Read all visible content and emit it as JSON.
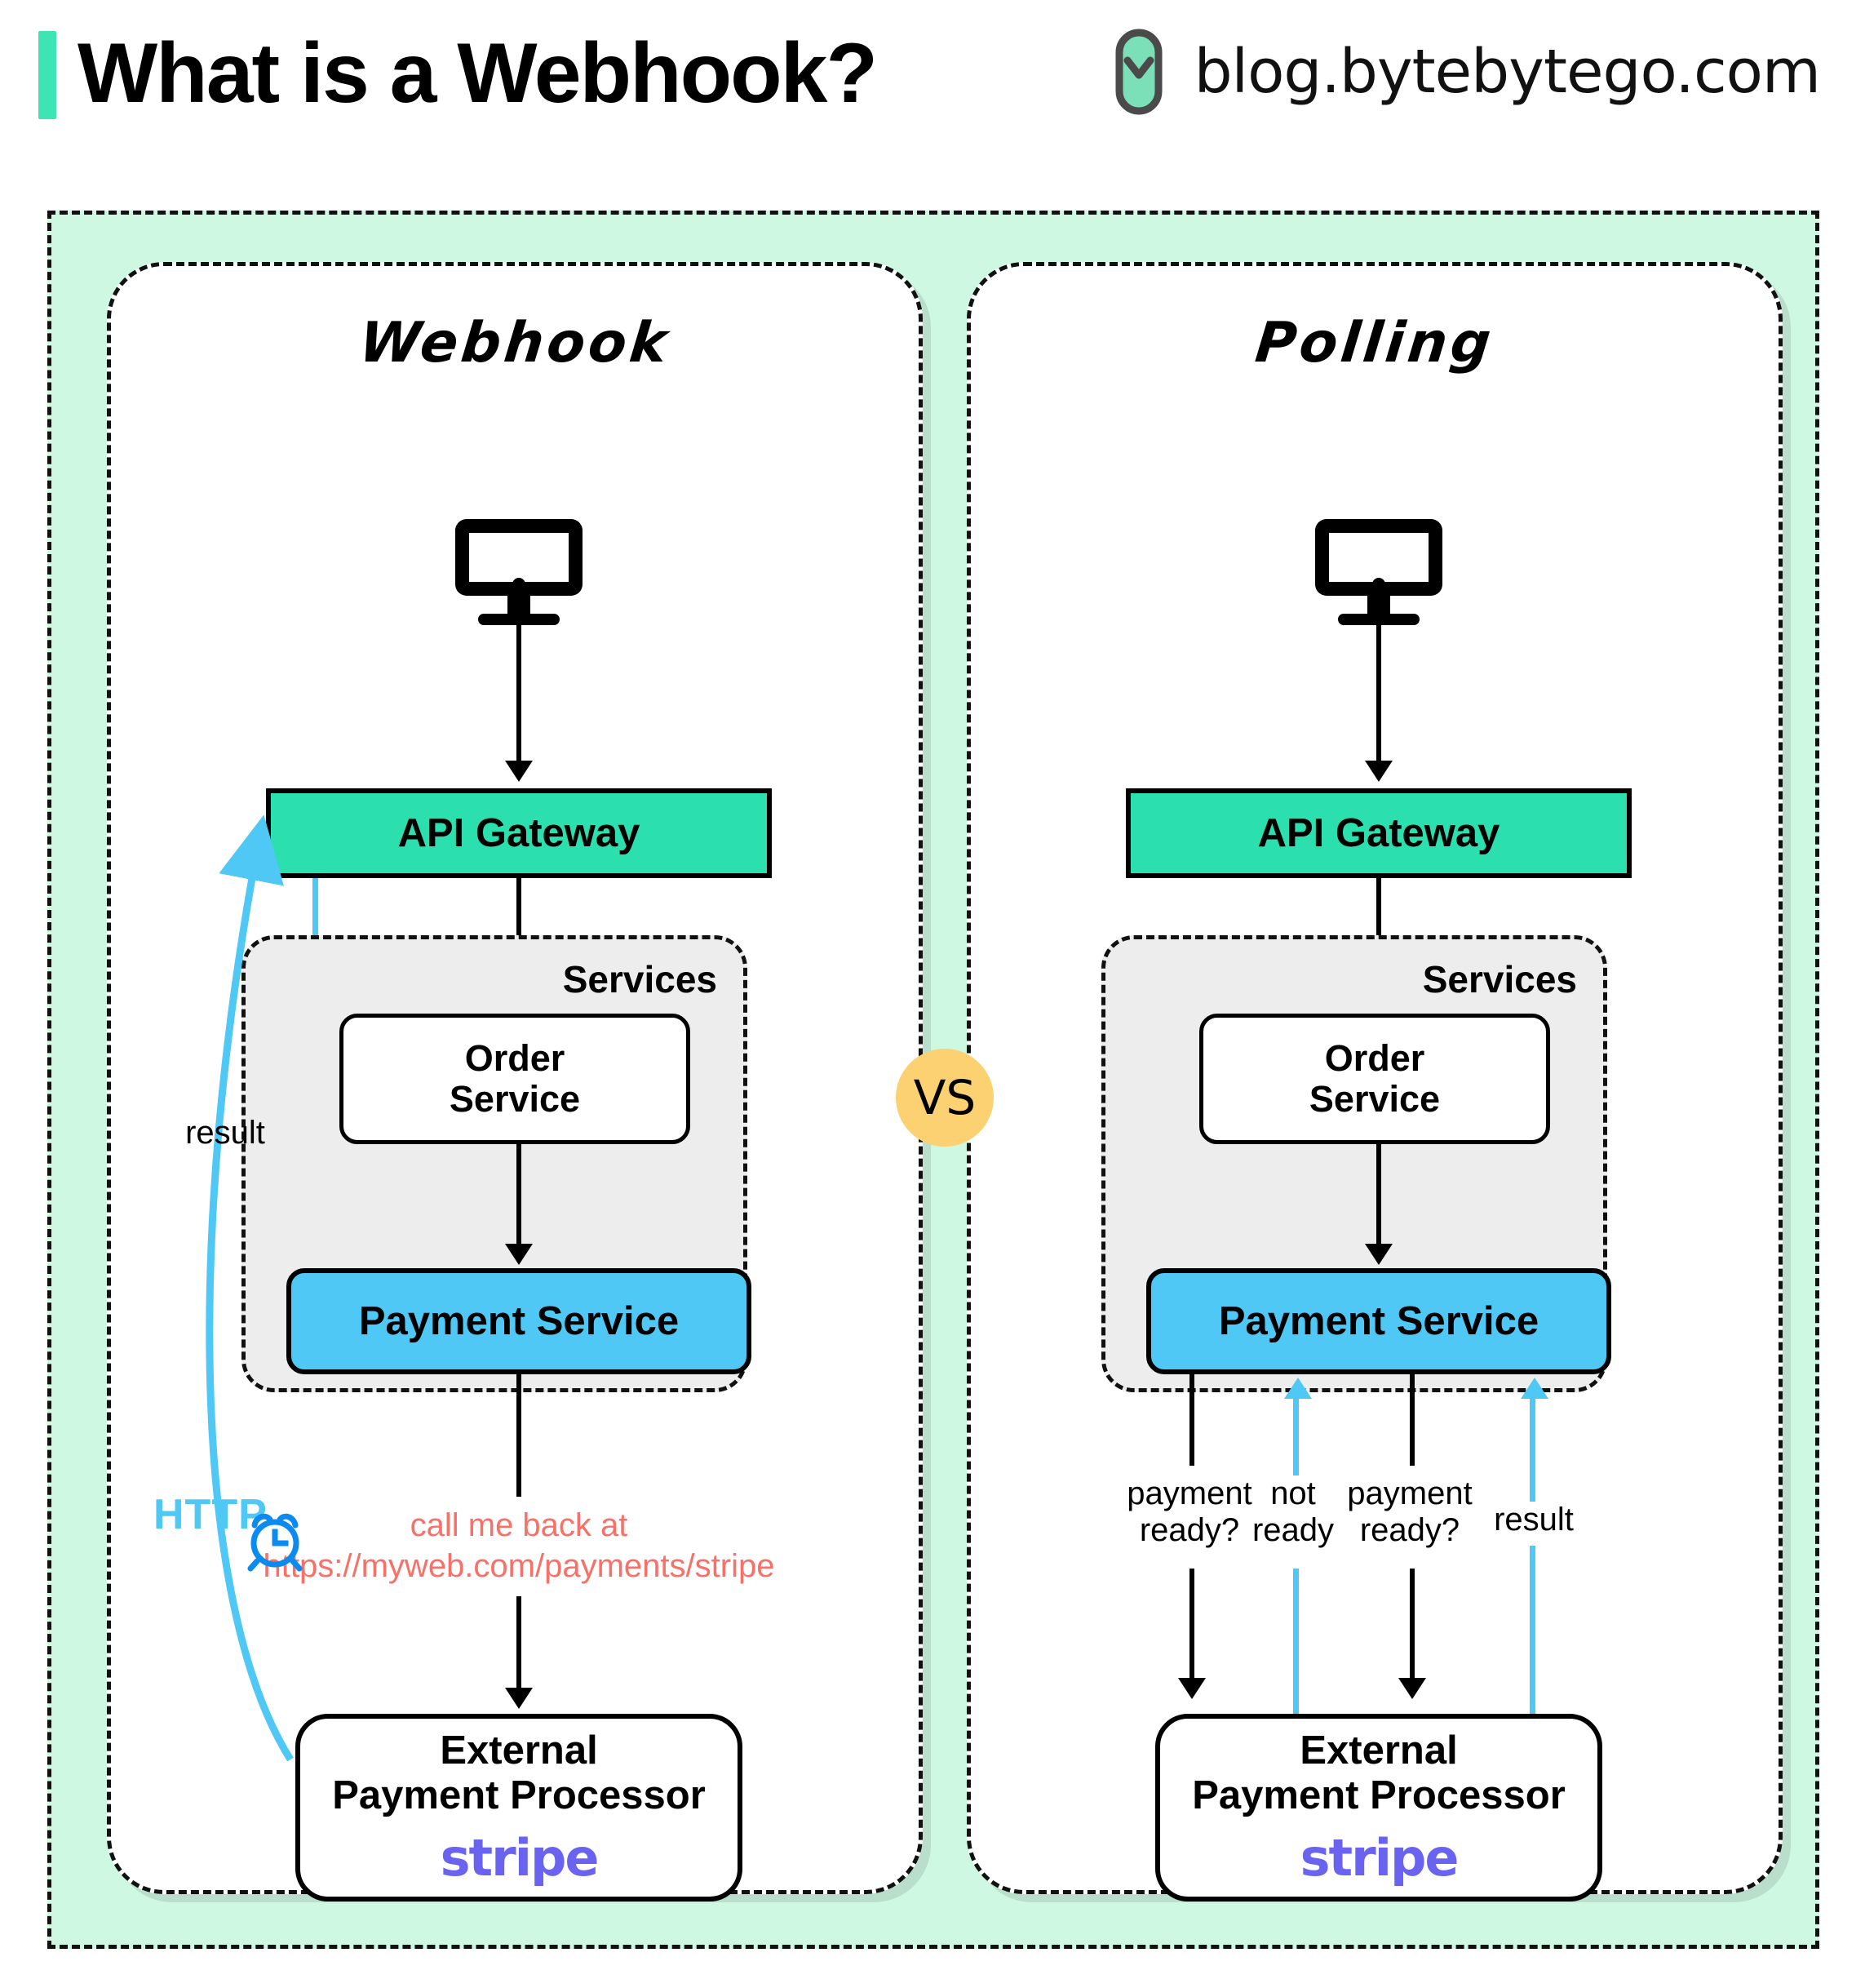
{
  "header": {
    "title": "What is a Webhook?",
    "brand": "blog.bytebytego.com",
    "accent_color": "#3EE5B4"
  },
  "vs_badge": {
    "label": "VS",
    "color": "#FBD171"
  },
  "colors": {
    "background_mint": "#CFF8E2",
    "api_gateway": "#2BDFAE",
    "payment_service": "#4FC8F5",
    "services_group": "#EDEDED",
    "callback_text": "#F97068",
    "http_blue": "#4FC8F5",
    "clock_blue": "#0B8AF0",
    "stripe_purple": "#6A63F0"
  },
  "panels": [
    {
      "id": "webhook",
      "title": "Webhook",
      "nodes": {
        "client": "client-monitor",
        "gateway": "API Gateway",
        "services_label": "Services",
        "order_service_line1": "Order",
        "order_service_line2": "Service",
        "payment_service": "Payment Service",
        "processor_line1": "External",
        "processor_line2": "Payment Processor",
        "processor_logo": "stripe"
      },
      "labels": {
        "callback_line1": "call me back at",
        "callback_line2": "https://myweb.com/payments/stripe",
        "result": "result",
        "http": "HTTP"
      }
    },
    {
      "id": "polling",
      "title": "Polling",
      "nodes": {
        "client": "client-monitor",
        "gateway": "API Gateway",
        "services_label": "Services",
        "order_service_line1": "Order",
        "order_service_line2": "Service",
        "payment_service": "Payment Service",
        "processor_line1": "External",
        "processor_line2": "Payment Processor",
        "processor_logo": "stripe"
      },
      "labels": {
        "poll1_line1": "payment",
        "poll1_line2": "ready?",
        "poll2_line1": "not",
        "poll2_line2": "ready",
        "poll3_line1": "payment",
        "poll3_line2": "ready?",
        "poll4": "result"
      }
    }
  ]
}
